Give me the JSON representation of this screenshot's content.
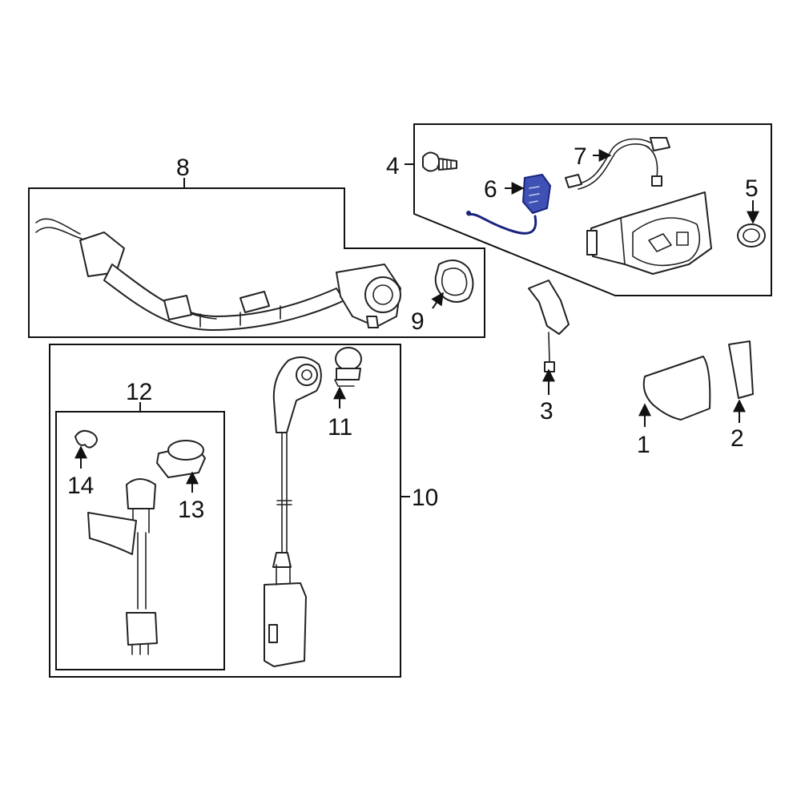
{
  "callouts": {
    "c1": "1",
    "c2": "2",
    "c3": "3",
    "c4": "4",
    "c5": "5",
    "c6": "6",
    "c7": "7",
    "c8": "8",
    "c9": "9",
    "c10": "10",
    "c11": "11",
    "c12": "12",
    "c13": "13",
    "c14": "14"
  },
  "colors": {
    "line": "#222222",
    "highlight": "#3f51b5",
    "background": "#ffffff"
  }
}
